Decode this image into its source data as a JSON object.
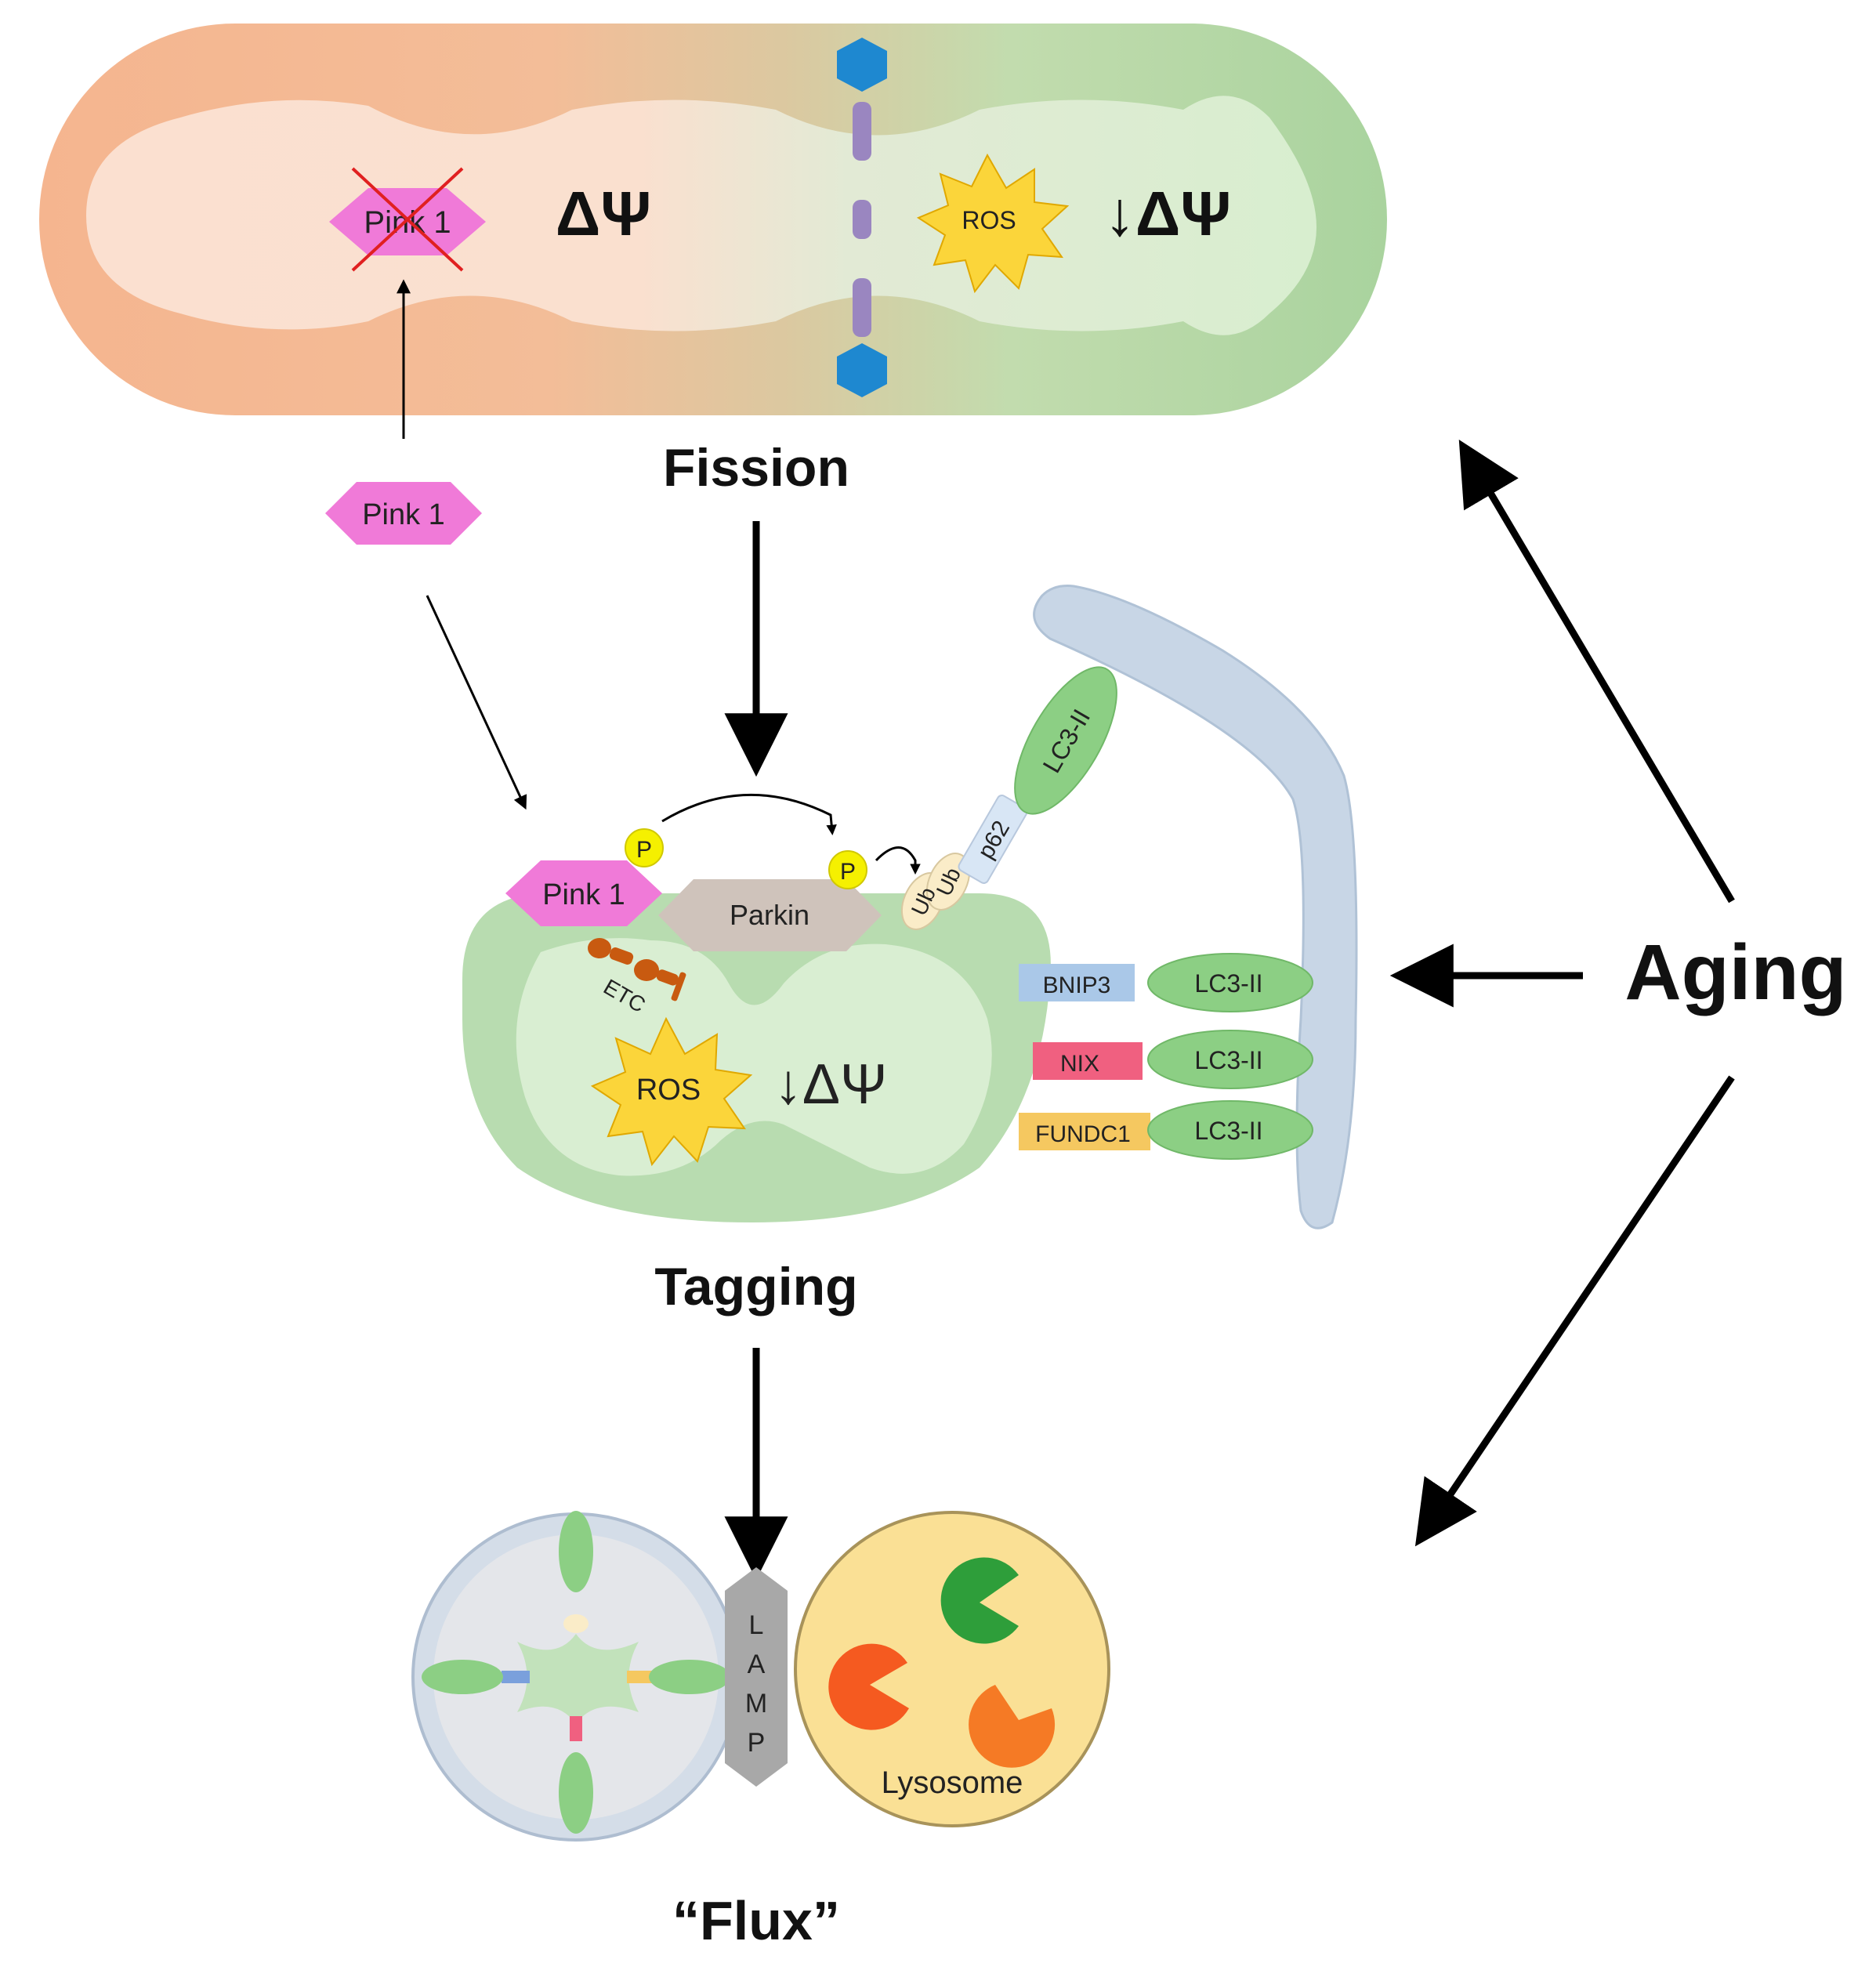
{
  "fission_mito": {
    "pink1_crossed": "Pink 1",
    "delta_psi": "ΔΨ",
    "ros": "ROS",
    "low_delta_psi": "↓ΔΨ"
  },
  "labels": {
    "fission": "Fission",
    "tagging": "Tagging",
    "flux": "“Flux”",
    "aging": "Aging"
  },
  "free_pink1": "Pink 1",
  "tagging_mito": {
    "pink1": "Pink 1",
    "parkin": "Parkin",
    "p1": "P",
    "p2": "P",
    "ub1": "Ub",
    "ub2": "Ub",
    "p62": "p62",
    "lc3_top": "LC3-II",
    "etc": "ETC",
    "ros": "ROS",
    "low_delta_psi": "↓ΔΨ",
    "receptors": [
      {
        "name": "BNIP3",
        "lc3": "LC3-II",
        "color": "#aac8e8"
      },
      {
        "name": "NIX",
        "lc3": "LC3-II",
        "color": "#f06080"
      },
      {
        "name": "FUNDC1",
        "lc3": "LC3-II",
        "color": "#f5c860"
      }
    ]
  },
  "flux": {
    "lamp_letters": [
      "L",
      "A",
      "M",
      "P"
    ],
    "lysosome": "Lysosome"
  },
  "colors": {
    "healthy_mito": "#f5b895",
    "damaged_mito": "#b8dcb0",
    "pink1": "#f07ad8",
    "phosphate": "#f5f000",
    "lysosome": "#fae095",
    "phagophore": "#c8d6e6"
  }
}
